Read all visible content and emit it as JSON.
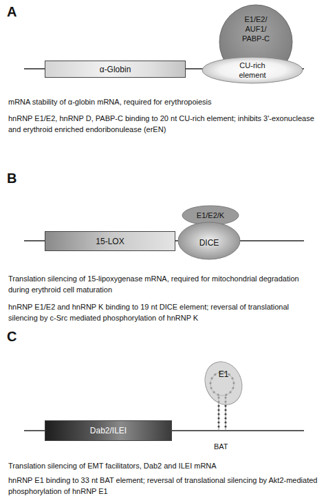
{
  "diagram": {
    "nodes": [
      {
        "text": [
          "α-Globin"
        ]
      },
      {
        "text": [
          "E1/E2/ AUF1/ PABP-C"
        ]
      },
      {
        "text": [
          "CU-rich element"
        ]
      },
      {
        "text": [
          "15-LOX"
        ]
      },
      {
        "text": [
          "E1/E2/K"
        ]
      },
      {
        "text": [
          "DICE"
        ]
      },
      {
        "text": [
          "Dab2/ILEI"
        ]
      },
      {
        "text": [
          "E1"
        ]
      }
    ],
    "labels": [
      "A",
      "mRNA stability of α-globin mRNA, required for erythropoiesis",
      "hnRNP E1/E2, hnRNP D, PABP-C binding to 20 nt CU-rich element; inhibits 3'-exonuclease and erythroid enriched endoribonulease (erEN)",
      "B",
      "Translation silencing of 15-lipoxygenase mRNA, required for mitochondrial degradation during erythroid cell maturation",
      "hnRNP E1/E2 and hnRNP K binding to 19 nt DICE element; reversal of translational silencing by c-Src mediated phosphorylation of hnRNP K",
      "C",
      "BAT",
      "Translation silencing of EMT facilitators, Dab2 and ILEI mRNA",
      "hnRNP E1 binding to 33 nt BAT element; reversal of translational silencing by Akt2-mediated phosphorylation of hnRNP E1"
    ]
  }
}
